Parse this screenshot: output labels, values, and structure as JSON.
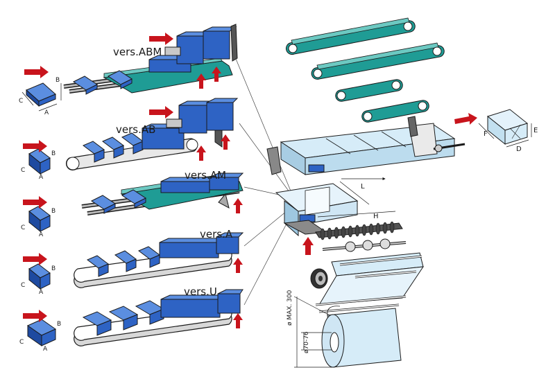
{
  "versions": {
    "abm": "vers.ABM",
    "ab": "vers.AB",
    "am": "vers.AM",
    "a": "vers.A",
    "u": "vers.U"
  },
  "dims": {
    "a": "A",
    "b": "B",
    "c": "C",
    "d": "D",
    "e": "E",
    "f": "F",
    "l": "L",
    "h": "H",
    "max": "ø MAX. 300",
    "core": "ø70-76"
  },
  "colors": {
    "product": "#2e63c4",
    "belt": "#1f9c95",
    "arrow": "#c8141c",
    "film": "#d6ecf8",
    "outline": "#1a1a1a"
  }
}
